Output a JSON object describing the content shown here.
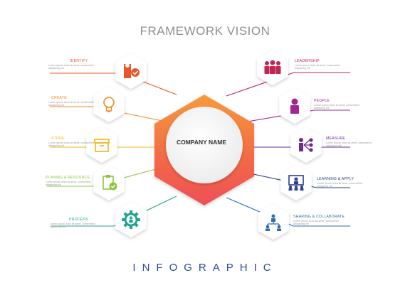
{
  "title": "FRAMEWORK VISION",
  "center_label": "COMPANY NAME",
  "footer": "INFOGRAPHIC",
  "placeholder_text": "Lorem ipsum dolor sit amet, consectetur adipiscing elit",
  "left_items": [
    {
      "label": "IDENTIFY",
      "color": "#e8572a",
      "icon": "person-check-icon"
    },
    {
      "label": "CREATE",
      "color": "#f08a24",
      "icon": "lightbulb-icon"
    },
    {
      "label": "STORE",
      "color": "#f3b517",
      "icon": "box-icon"
    },
    {
      "label": "PLANING & RESOURCE",
      "color": "#8cc43e",
      "icon": "clipboard-check-icon"
    },
    {
      "label": "PROCESS",
      "color": "#1fa58f",
      "icon": "gear-person-icon"
    }
  ],
  "right_items": [
    {
      "label": "LEADERSHIP",
      "color": "#c0264f",
      "icon": "team-icon"
    },
    {
      "label": "PEOPLE",
      "color": "#a2268f",
      "icon": "person-icon"
    },
    {
      "label": "MEASURE",
      "color": "#6a2a9a",
      "icon": "hierarchy-icon"
    },
    {
      "label": "LEARNING & APPLY",
      "color": "#2c3f8f",
      "icon": "presentation-icon"
    },
    {
      "label": "SHARING & COLLABORATE",
      "color": "#2a6fb0",
      "icon": "network-icon"
    }
  ]
}
